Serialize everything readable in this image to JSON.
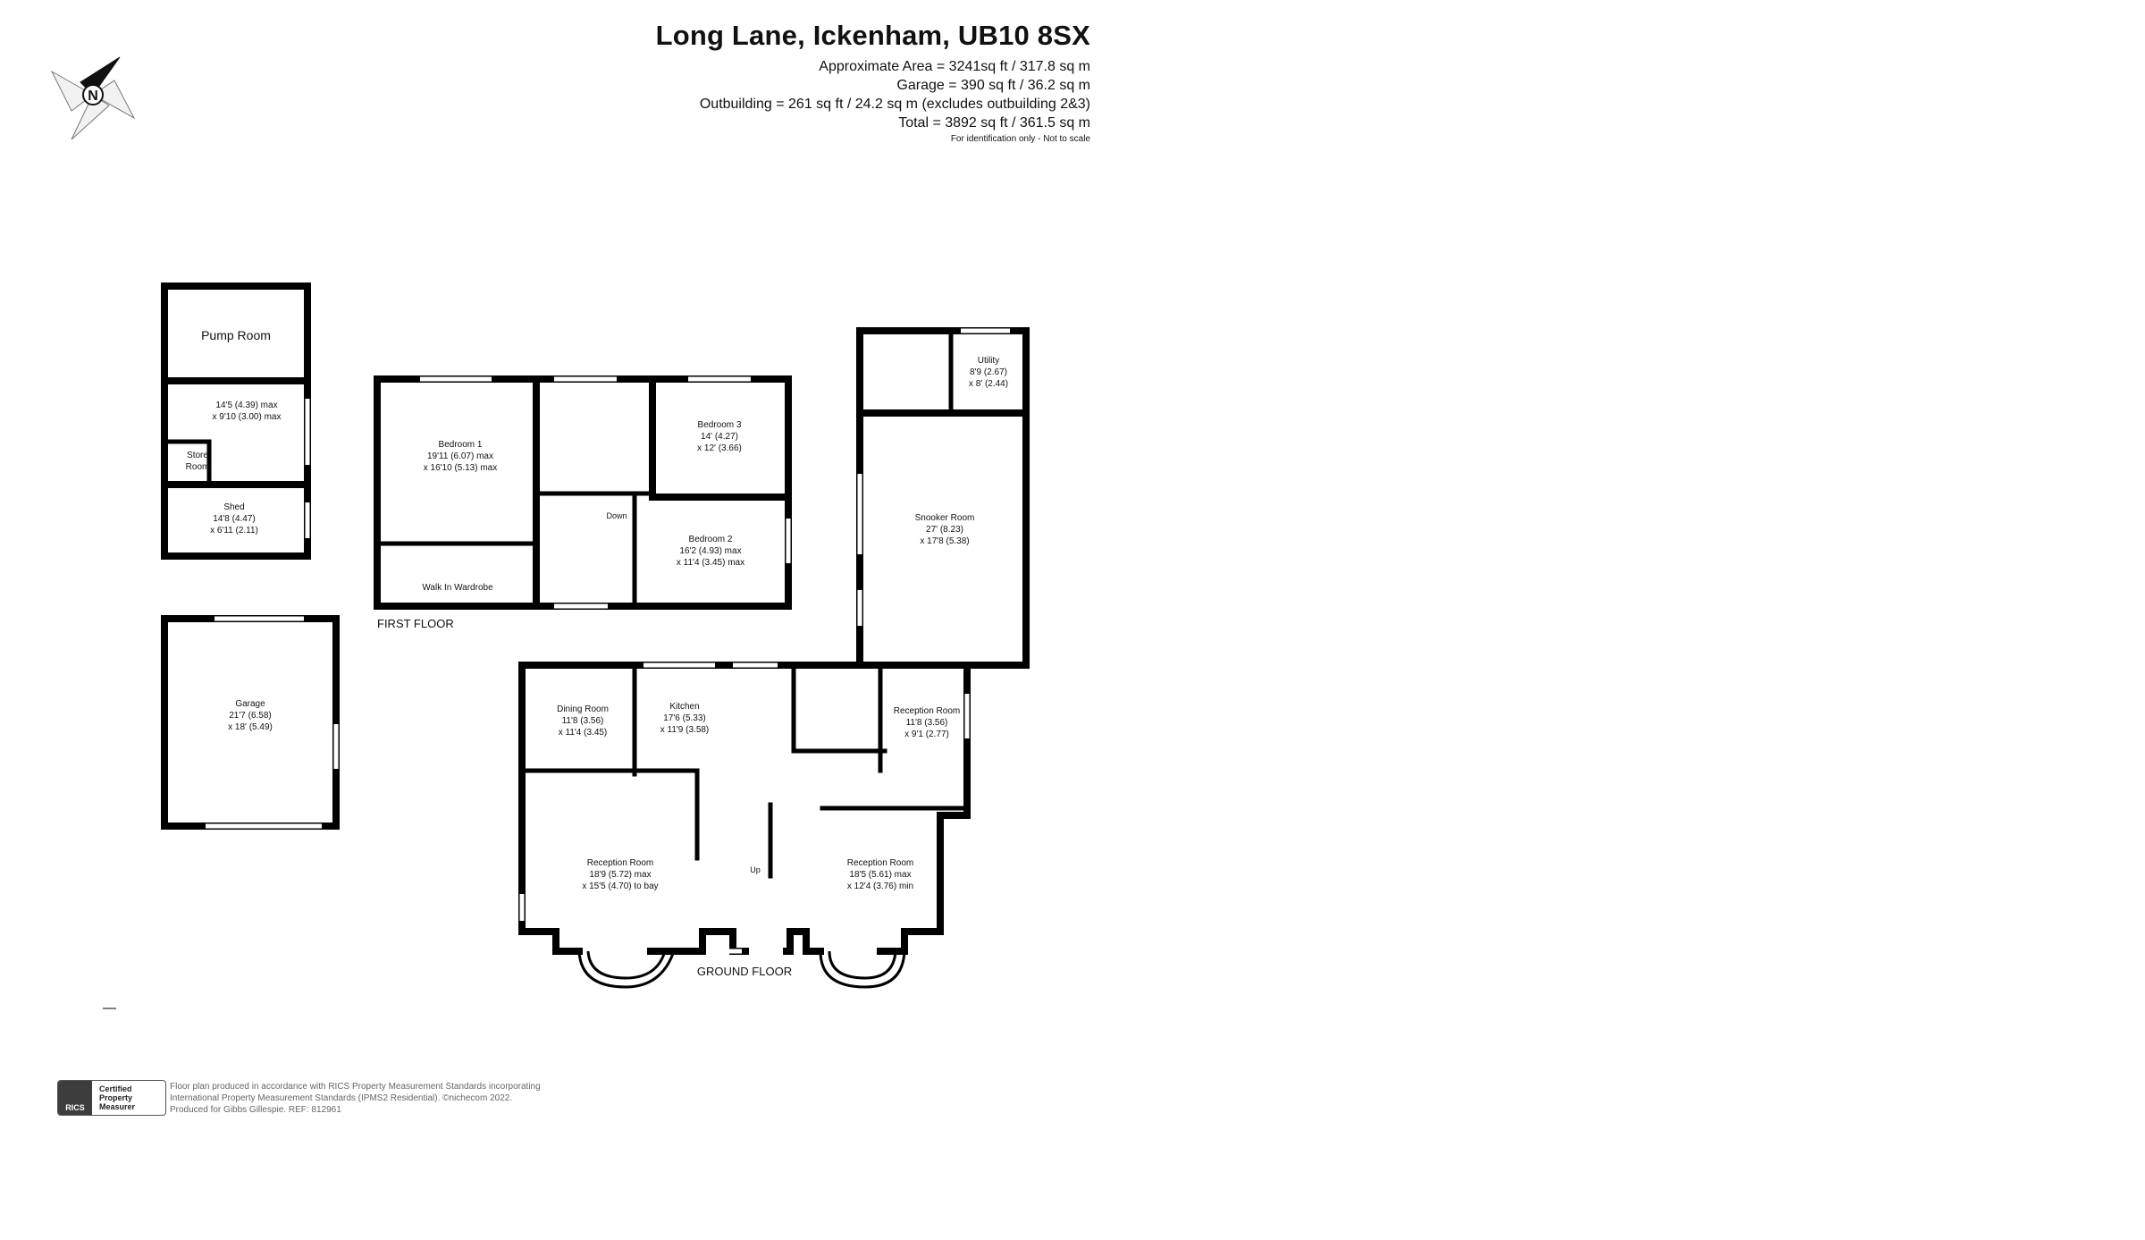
{
  "header": {
    "address": "Long Lane, Ickenham, UB10 8SX",
    "lines": [
      "Approximate Area = 3241sq ft / 317.8 sq m",
      "Garage = 390 sq ft / 36.2 sq m",
      "Outbuilding = 261 sq ft / 24.2 sq m (excludes outbuilding 2&3)",
      "Total = 3892 sq ft / 361.5 sq m"
    ],
    "note": "For identification only - Not to scale"
  },
  "compass": {
    "label": "N"
  },
  "floors": {
    "first": "FIRST FLOOR",
    "ground": "GROUND FLOOR"
  },
  "rooms": {
    "pump_room": [
      "Pump Room"
    ],
    "outbuilding_room": [
      "14'5 (4.39) max",
      "x 9'10 (3.00) max"
    ],
    "store_room": [
      "Store",
      "Room"
    ],
    "shed": [
      "Shed",
      "14'8 (4.47)",
      "x 6'11 (2.11)"
    ],
    "garage": [
      "Garage",
      "21'7 (6.58)",
      "x 18' (5.49)"
    ],
    "bedroom1": [
      "Bedroom 1",
      "19'11 (6.07) max",
      "x 16'10 (5.13) max"
    ],
    "walk_in_wardrobe": [
      "Walk In Wardrobe"
    ],
    "bedroom3": [
      "Bedroom 3",
      "14' (4.27)",
      "x 12' (3.66)"
    ],
    "bedroom2": [
      "Bedroom 2",
      "16'2 (4.93) max",
      "x 11'4 (3.45) max"
    ],
    "stairs_down": [
      "Down"
    ],
    "utility": [
      "Utility",
      "8'9 (2.67)",
      "x 8' (2.44)"
    ],
    "snooker_room": [
      "Snooker Room",
      "27' (8.23)",
      "x 17'8 (5.38)"
    ],
    "dining_room": [
      "Dining Room",
      "11'8 (3.56)",
      "x 11'4 (3.45)"
    ],
    "kitchen": [
      "Kitchen",
      "17'6 (5.33)",
      "x 11'9 (3.58)"
    ],
    "reception_small": [
      "Reception Room",
      "11'8 (3.56)",
      "x 9'1 (2.77)"
    ],
    "reception_left": [
      "Reception Room",
      "18'9 (5.72) max",
      "x 15'5 (4.70) to bay"
    ],
    "reception_right": [
      "Reception Room",
      "18'5 (5.61) max",
      "x 12'4 (3.76) min"
    ],
    "stairs_up": [
      "Up"
    ]
  },
  "footer": {
    "badge_logo": "RICS",
    "badge_lines": [
      "Certified",
      "Property",
      "Measurer"
    ],
    "lines": [
      "Floor plan produced in accordance with RICS Property Measurement Standards incorporating",
      "International Property Measurement Standards (IPMS2 Residential).  ©nichecom 2022.",
      "Produced for Gibbs Gillespie.   REF: 812961"
    ]
  }
}
